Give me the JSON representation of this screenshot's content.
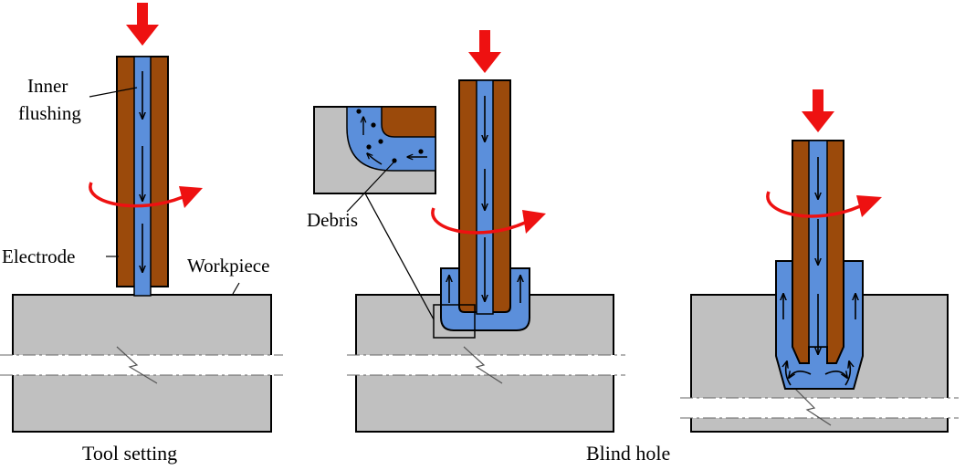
{
  "labels": {
    "inner_flushing_line1": "Inner",
    "inner_flushing_line2": "flushing",
    "electrode": "Electrode",
    "workpiece": "Workpiece",
    "debris": "Debris"
  },
  "captions": {
    "tool_setting": "Tool setting",
    "blind_hole": "Blind hole"
  },
  "colors": {
    "electrode": "#9b4a0b",
    "fluid": "#5b8fdb",
    "workpiece": "#c0c0c0",
    "feed_arrow": "#ee1111",
    "flow_arrow": "#000000"
  }
}
